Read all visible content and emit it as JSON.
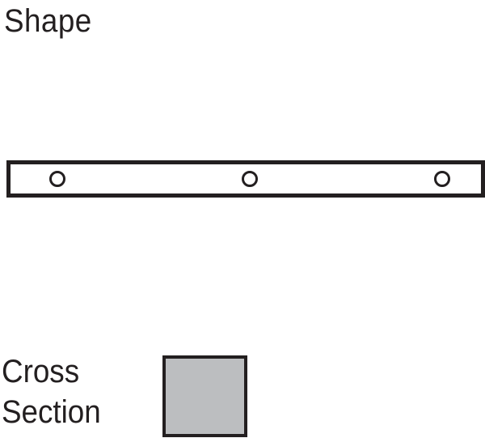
{
  "shape": {
    "title": "Shape"
  },
  "cross_section": {
    "label_line1": "Cross",
    "label_line2": "Section",
    "fill_color": "#bcbec0"
  },
  "colors": {
    "stroke": "#231f20",
    "background": "#ffffff"
  }
}
